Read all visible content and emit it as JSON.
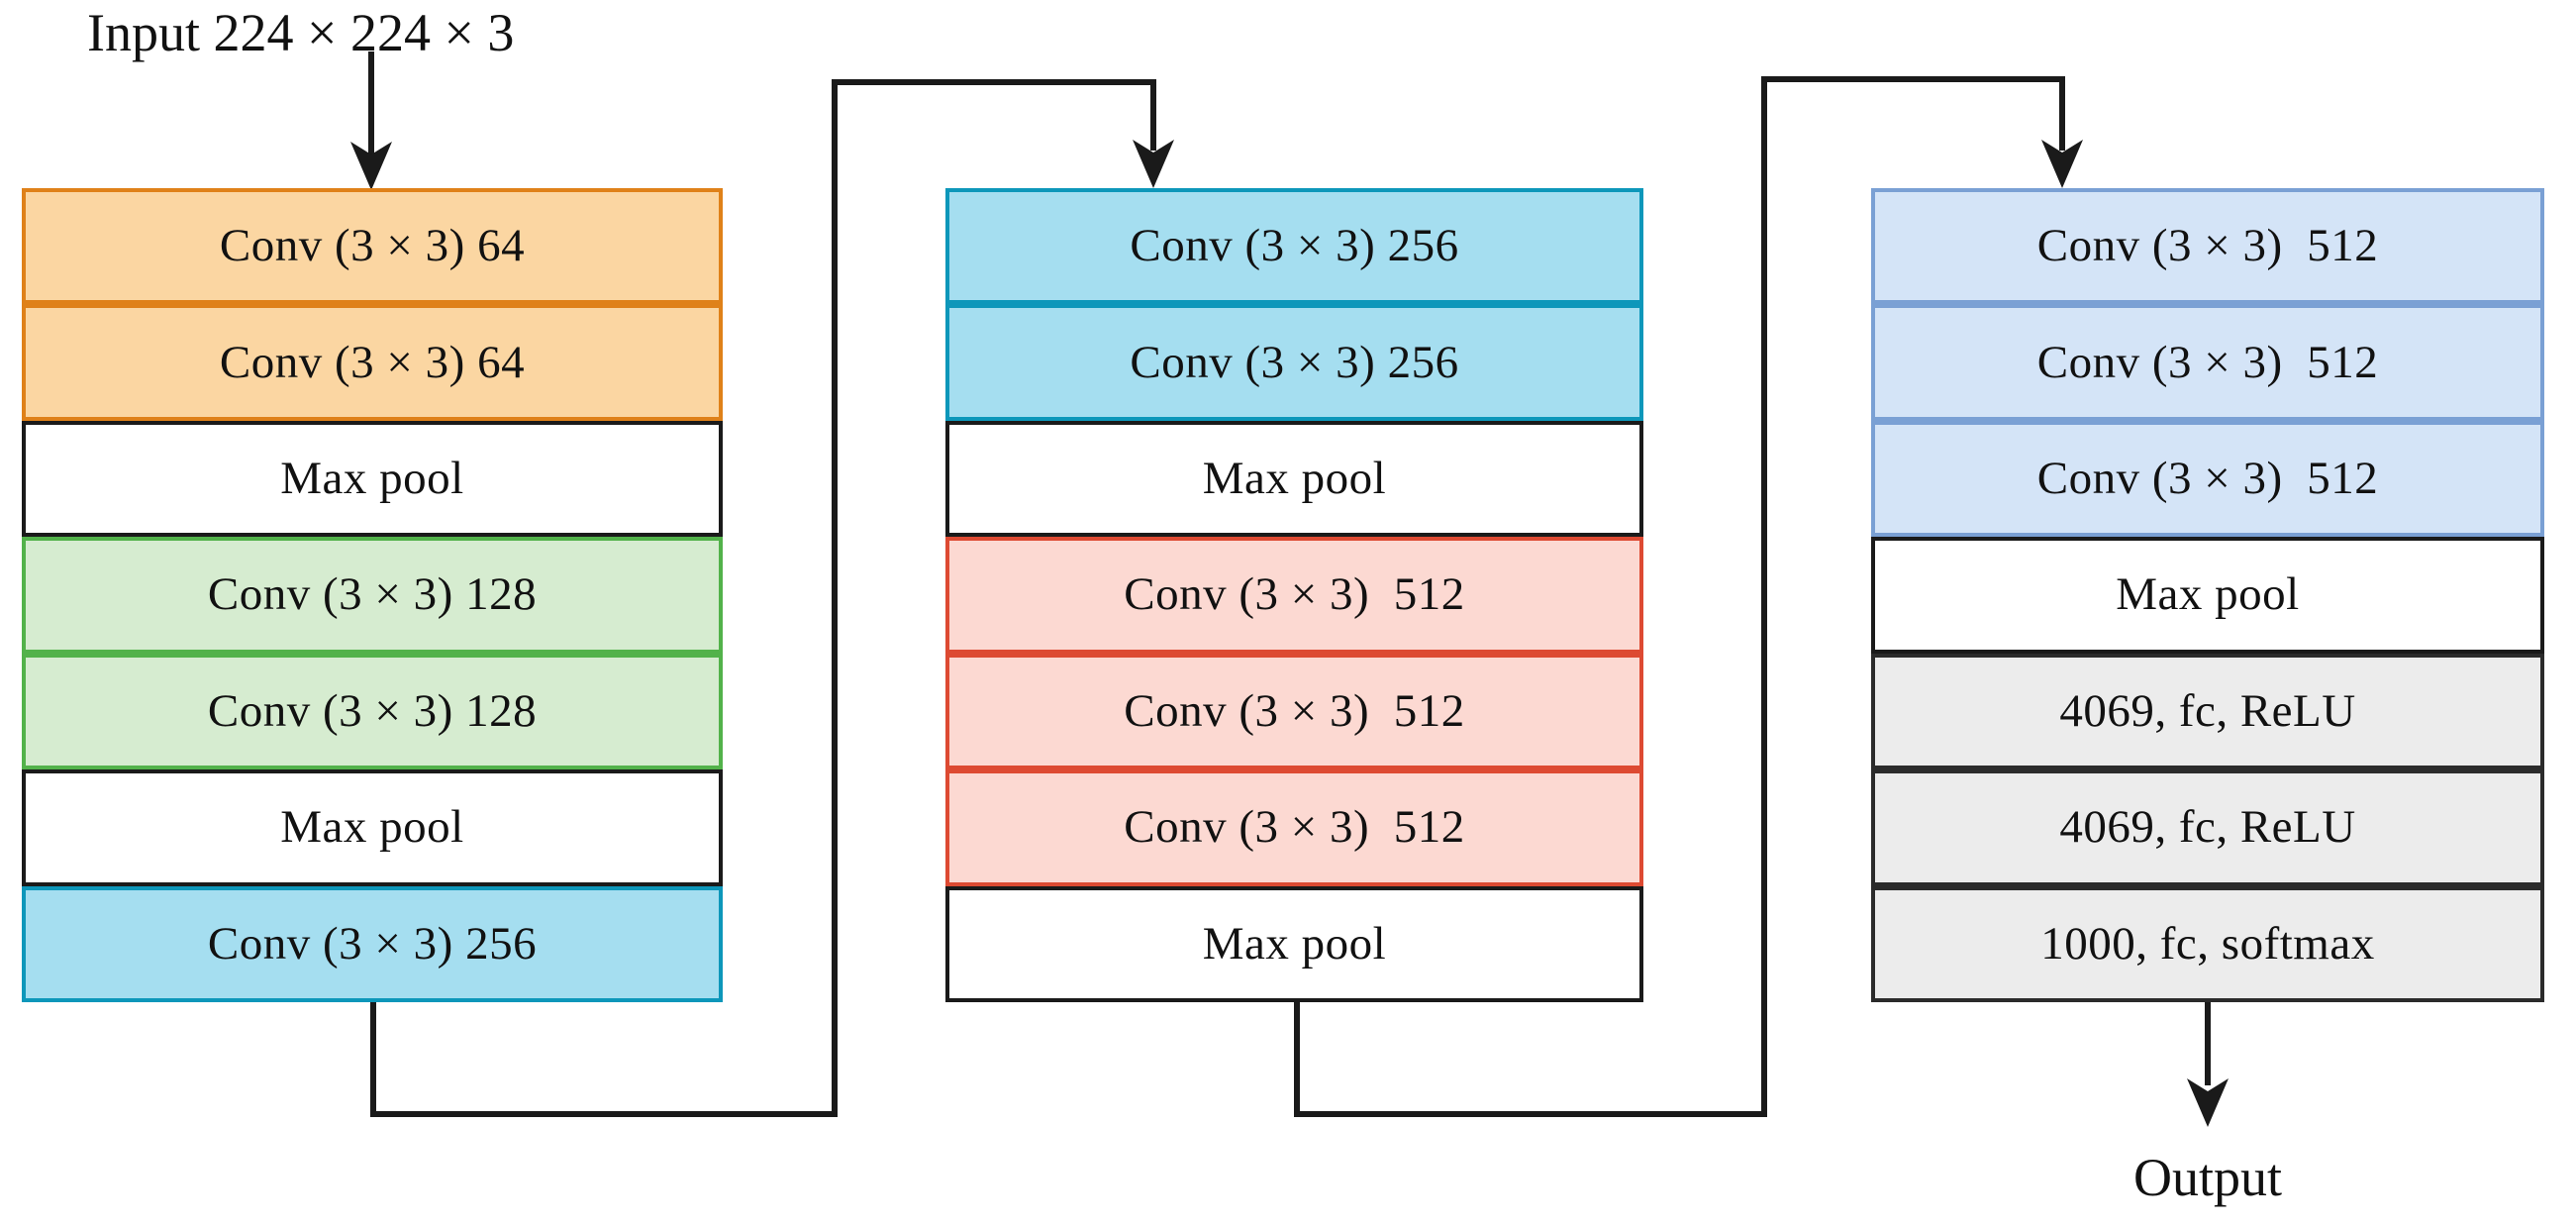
{
  "diagram": {
    "input_label": "Input 224 × 224 × 3",
    "output_label": "Output",
    "blocks": [
      {
        "name": "block-1",
        "layers": [
          {
            "text": "Conv (3 × 3) 64",
            "style": "conv_orange"
          },
          {
            "text": "Conv (3 × 3) 64",
            "style": "conv_orange"
          },
          {
            "text": "Max pool",
            "style": "maxpool"
          },
          {
            "text": "Conv (3 × 3) 128",
            "style": "conv_green"
          },
          {
            "text": "Conv (3 × 3) 128",
            "style": "conv_green"
          },
          {
            "text": "Max pool",
            "style": "maxpool"
          },
          {
            "text": "Conv (3 × 3) 256",
            "style": "conv_cyan"
          }
        ]
      },
      {
        "name": "block-2",
        "layers": [
          {
            "text": "Conv (3 × 3) 256",
            "style": "conv_cyan"
          },
          {
            "text": "Conv (3 × 3) 256",
            "style": "conv_cyan"
          },
          {
            "text": "Max pool",
            "style": "maxpool"
          },
          {
            "text": "Conv (3 × 3)  512",
            "style": "conv_red"
          },
          {
            "text": "Conv (3 × 3)  512",
            "style": "conv_red"
          },
          {
            "text": "Conv (3 × 3)  512",
            "style": "conv_red"
          },
          {
            "text": "Max pool",
            "style": "maxpool"
          }
        ]
      },
      {
        "name": "block-3",
        "layers": [
          {
            "text": "Conv (3 × 3)  512",
            "style": "conv_blue"
          },
          {
            "text": "Conv (3 × 3)  512",
            "style": "conv_blue"
          },
          {
            "text": "Conv (3 × 3)  512",
            "style": "conv_blue"
          },
          {
            "text": "Max pool",
            "style": "maxpool"
          },
          {
            "text": "4069, fc, ReLU",
            "style": "fc"
          },
          {
            "text": "4069, fc, ReLU",
            "style": "fc"
          },
          {
            "text": "1000, fc, softmax",
            "style": "fc"
          }
        ]
      }
    ],
    "colors": {
      "conv_orange": {
        "fill": "#FBD6A2",
        "border": "#DF8119"
      },
      "conv_green": {
        "fill": "#D6ECD0",
        "border": "#52B24A"
      },
      "conv_cyan": {
        "fill": "#A5DEF0",
        "border": "#0D97BA"
      },
      "conv_red": {
        "fill": "#FCD9D2",
        "border": "#DD4A32"
      },
      "conv_blue": {
        "fill": "#D4E4F7",
        "border": "#7AA0D4"
      },
      "maxpool": {
        "fill": "#FFFFFF",
        "border": "#1A1A1A"
      },
      "fc": {
        "fill": "#ECECEC",
        "border": "#2B2B2B"
      },
      "line": "#1A1A1A"
    }
  }
}
